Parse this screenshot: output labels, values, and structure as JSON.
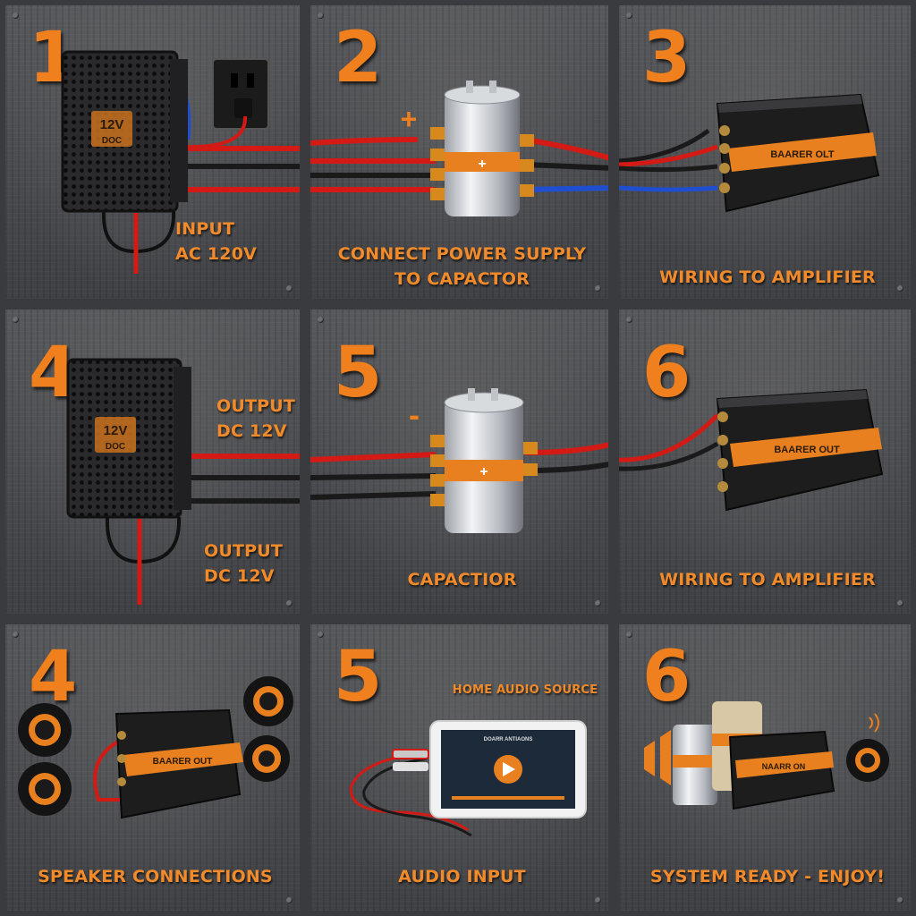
{
  "colors": {
    "accent": "#f07f1e",
    "wire_red": "#d41a14",
    "wire_black": "#1a1a1a",
    "wire_blue": "#1f4fd0",
    "metal": "#cfd2d6"
  },
  "panels": [
    {
      "step": "1",
      "caption_lines": [
        "INPUT",
        "AC 120V"
      ],
      "device_label": "12V",
      "device_sub": "DOC"
    },
    {
      "step": "2",
      "caption_lines": [
        "CONNECT POWER SUPPLY",
        "TO CAPACTOR"
      ],
      "polarity": "+",
      "band_symbol": "+"
    },
    {
      "step": "3",
      "caption_lines": [
        "WIRING TO AMPLIFIER"
      ],
      "amp_label": "BAARER OLT"
    },
    {
      "step": "4",
      "caption_top": [
        "OUTPUT",
        "DC 12V"
      ],
      "caption_lines": [
        "OUTPUT",
        "DC 12V"
      ],
      "device_label": "12V",
      "device_sub": "DOC"
    },
    {
      "step": "5",
      "caption_lines": [
        "CAPACTIOR"
      ],
      "polarity": "-",
      "band_symbol": "+"
    },
    {
      "step": "6",
      "caption_lines": [
        "WIRING TO AMPLIFIER"
      ],
      "amp_label": "BAARER OUT"
    },
    {
      "step": "4",
      "caption_lines": [
        "SPEAKER CONNECTIONS"
      ],
      "amp_label": "BAARER OUT"
    },
    {
      "step": "5",
      "title": "HOME AUDIO SOURCE",
      "caption_lines": [
        "AUDIO INPUT"
      ],
      "tablet_title": "DOARR ANTIAONS"
    },
    {
      "step": "6",
      "caption_lines": [
        "SYSTEM READY - ENJOY!"
      ],
      "amp_label": "NAARR ON"
    }
  ]
}
